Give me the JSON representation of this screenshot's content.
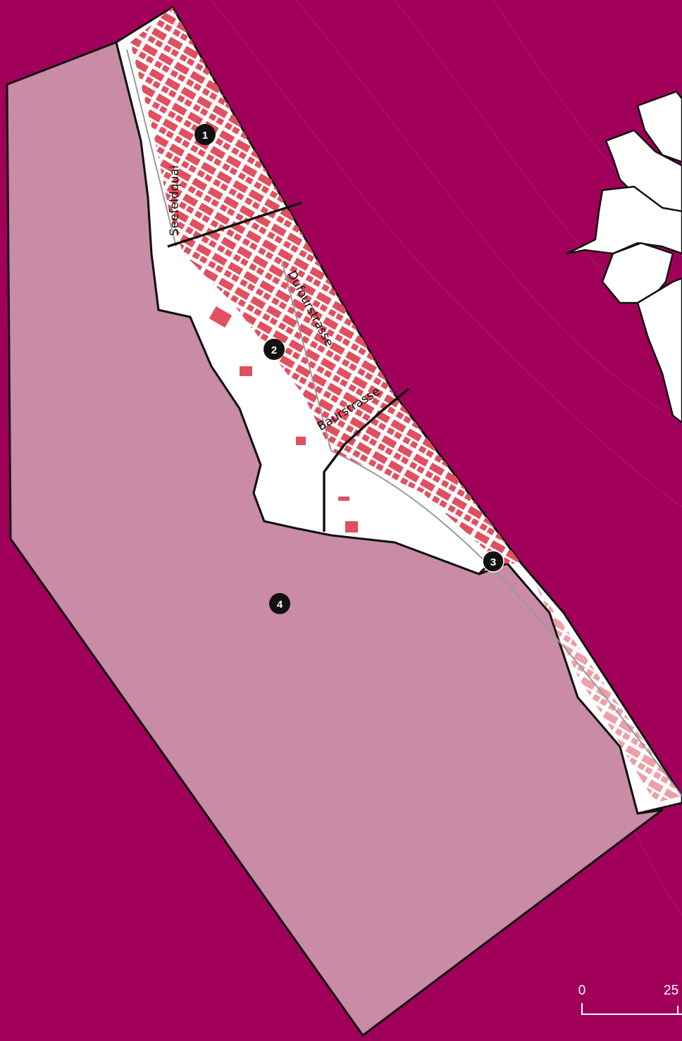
{
  "colors": {
    "background": "#a0005a",
    "lake": "#c98ba6",
    "land": "#ffffff",
    "buildings": "#e0505f",
    "boundary": "#111111",
    "marker": "#111111"
  },
  "streets": {
    "seefeldquai": "Seefeldquai",
    "dufourstrasse": "Dufourstrasse",
    "baurstrasse": "Baurstrasse"
  },
  "markers": [
    "1",
    "2",
    "3",
    "4"
  ],
  "scale_bar": {
    "start": "0",
    "end": "25"
  }
}
